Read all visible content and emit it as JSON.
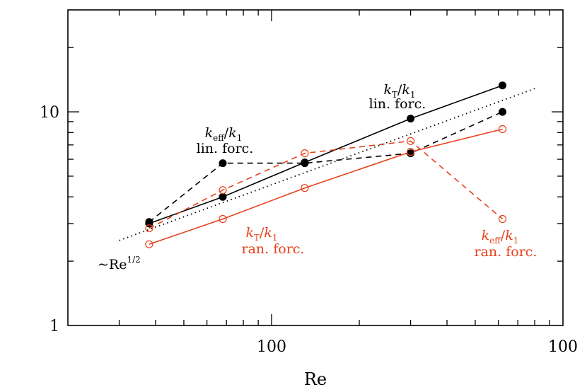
{
  "chart_data": {
    "type": "line",
    "xscale": "log",
    "yscale": "log",
    "xlim": [
      20,
      1000
    ],
    "ylim": [
      1,
      30
    ],
    "xlabel": "Re",
    "ylabel": "",
    "x_ticks": [
      {
        "value": 100,
        "label": "100"
      },
      {
        "value": 1000,
        "label": "100"
      }
    ],
    "y_ticks": [
      {
        "value": 1,
        "label": "1"
      },
      {
        "value": 10,
        "label": "10"
      }
    ],
    "colors": {
      "black": "#000000",
      "red": "#e8401c"
    },
    "series": [
      {
        "color": "#000000",
        "line": "solid",
        "marker": "filled-circle",
        "x": [
          38,
          68,
          130,
          300,
          620
        ],
        "y": [
          3.0,
          4.0,
          5.8,
          9.3,
          13.3
        ]
      },
      {
        "color": "#000000",
        "line": "dashed",
        "marker": "filled-circle",
        "x": [
          38,
          68,
          130,
          300,
          620
        ],
        "y": [
          3.05,
          5.75,
          5.75,
          6.4,
          10.0
        ]
      },
      {
        "color": "#e8401c",
        "line": "solid",
        "marker": "open-circle",
        "x": [
          38,
          68,
          130,
          300,
          620
        ],
        "y": [
          2.4,
          3.15,
          4.4,
          6.5,
          8.3
        ]
      },
      {
        "color": "#e8401c",
        "line": "dashed",
        "marker": "open-circle",
        "x": [
          38,
          68,
          130,
          300,
          620
        ],
        "y": [
          2.85,
          4.3,
          6.4,
          7.3,
          3.15
        ]
      },
      {
        "color": "#000000",
        "line": "dotted",
        "marker": "none",
        "x": [
          30,
          800
        ],
        "y": [
          2.5,
          12.85
        ]
      }
    ],
    "annotations": {
      "re_half": {
        "prefix": "~Re",
        "sup": "1/2",
        "color": "#000000"
      },
      "kT_lin": {
        "num": "k",
        "num_sub": "T",
        "den": "k",
        "den_sub": "1",
        "forc": "lin. forc.",
        "color": "#000000"
      },
      "keff_lin": {
        "num": "k",
        "num_sub": "eff",
        "den": "k",
        "den_sub": "1",
        "forc": "lin. forc.",
        "color": "#000000"
      },
      "kT_ran": {
        "num": "k",
        "num_sub": "T",
        "den": "k",
        "den_sub": "1",
        "forc": "ran. forc.",
        "color": "#e8401c"
      },
      "keff_ran": {
        "num": "k",
        "num_sub": "eff",
        "den": "k",
        "den_sub": "1",
        "forc": "ran. forc.",
        "color": "#e8401c"
      }
    }
  }
}
